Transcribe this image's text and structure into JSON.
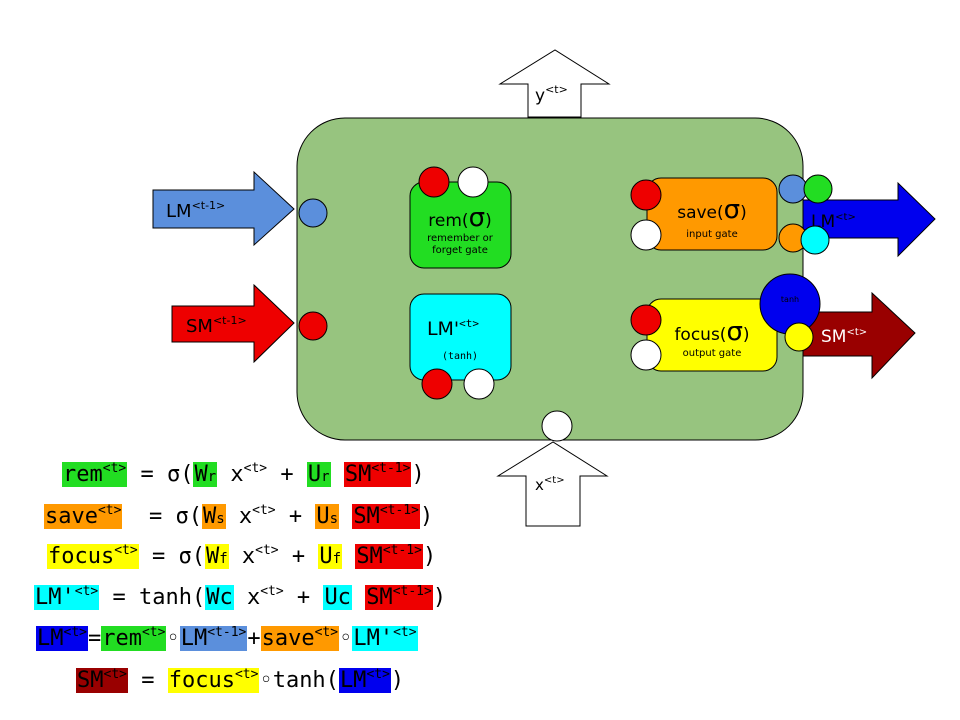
{
  "colors": {
    "cell_bg": "#97c47f",
    "green": "#22dd22",
    "orange": "#ff9900",
    "yellow": "#ffff00",
    "cyan": "#00ffff",
    "red": "#ee0000",
    "lm_prev_blue": "#5b8fdc",
    "lm_out_blue": "#0000ee",
    "sm_out_darkred": "#990000"
  },
  "arrows": {
    "y_out": {
      "base": "y",
      "sup": "<t>"
    },
    "x_in": {
      "base": "x",
      "sup": "<t>"
    },
    "lm_prev": {
      "base": "LM",
      "sup": "<t-1>"
    },
    "sm_prev": {
      "base": "SM",
      "sup": "<t-1>"
    },
    "lm_out": {
      "base": "LM",
      "sup": "<t>"
    },
    "sm_out": {
      "base": "SM",
      "sup": "<t>"
    }
  },
  "gates": {
    "rem": {
      "name": "rem(",
      "sigma": "σ",
      "close": ")",
      "caption1": "remember or",
      "caption2": "forget gate"
    },
    "save": {
      "name": "save(",
      "sigma": "σ",
      "close": ")",
      "caption": "input gate"
    },
    "lmprime": {
      "base": "LM'",
      "sup": "<t>",
      "caption": "(tanh)"
    },
    "focus": {
      "name": "focus(",
      "sigma": "σ",
      "close": ")",
      "caption": "output gate"
    },
    "tanh": {
      "label": "tanh"
    }
  },
  "equations": {
    "rem": {
      "lhs": "rem",
      "lhs_sup": "<t>",
      "eq": " = σ(",
      "w": "W",
      "w_sub": "r",
      "x": " x",
      "x_sup": "<t>",
      "plus": " + ",
      "u": "U",
      "u_sub": "r",
      "sm": "SM",
      "sm_sup": "<t-1>",
      "close": ")"
    },
    "save": {
      "lhs": "save",
      "lhs_sup": "<t>",
      "eq": "  = σ(",
      "w": "W",
      "w_sub": "s",
      "x": " x",
      "x_sup": "<t>",
      "plus": " + ",
      "u": "U",
      "u_sub": "s",
      "sm": "SM",
      "sm_sup": "<t-1>",
      "close": ")"
    },
    "focus": {
      "lhs": "focus",
      "lhs_sup": "<t>",
      "eq": " = σ(",
      "w": "W",
      "w_sub": "f",
      "x": " x",
      "x_sup": "<t>",
      "plus": " + ",
      "u": "U",
      "u_sub": "f",
      "sm": "SM",
      "sm_sup": "<t-1>",
      "close": ")"
    },
    "lmprime": {
      "lhs": "LM'",
      "lhs_sup": "<t>",
      "eq": " = tanh(",
      "w": "Wc",
      "x": " x",
      "x_sup": "<t>",
      "plus": " + ",
      "u": "Uc",
      "sm": "SM",
      "sm_sup": "<t-1>",
      "close": ")"
    },
    "lm": {
      "lhs": "LM",
      "lhs_sup": "<t>",
      "eq": "=",
      "t1": "rem",
      "t1_sup": "<t>",
      "op1": "◦",
      "t2": "LM",
      "t2_sup": "<t-1>",
      "plus": "+",
      "t3": "save",
      "t3_sup": "<t>",
      "op2": "◦",
      "t4": "LM'",
      "t4_sup": "<t>"
    },
    "sm": {
      "lhs": "SM",
      "lhs_sup": "<t>",
      "eq": " = ",
      "t1": "focus",
      "t1_sup": "<t>",
      "op": "◦tanh(",
      "t2": "LM",
      "t2_sup": "<t>",
      "close": ")"
    }
  }
}
